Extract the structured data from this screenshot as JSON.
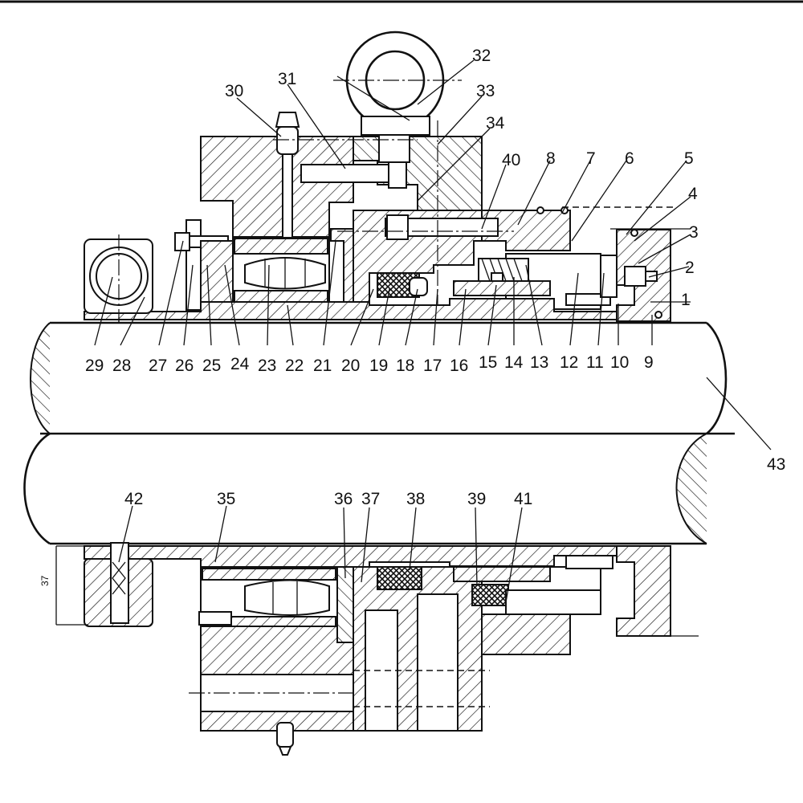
{
  "labels": [
    {
      "text": "1"
    },
    {
      "text": "2"
    },
    {
      "text": "3"
    },
    {
      "text": "4"
    },
    {
      "text": "5"
    },
    {
      "text": "6"
    },
    {
      "text": "7"
    },
    {
      "text": "8"
    },
    {
      "text": "9"
    },
    {
      "text": "10"
    },
    {
      "text": "11"
    },
    {
      "text": "12"
    },
    {
      "text": "13"
    },
    {
      "text": "14"
    },
    {
      "text": "15"
    },
    {
      "text": "16"
    },
    {
      "text": "17"
    },
    {
      "text": "18"
    },
    {
      "text": "19"
    },
    {
      "text": "20"
    },
    {
      "text": "21"
    },
    {
      "text": "22"
    },
    {
      "text": "23"
    },
    {
      "text": "24"
    },
    {
      "text": "25"
    },
    {
      "text": "26"
    },
    {
      "text": "27"
    },
    {
      "text": "28"
    },
    {
      "text": "29"
    },
    {
      "text": "30"
    },
    {
      "text": "31"
    },
    {
      "text": "32"
    },
    {
      "text": "33"
    },
    {
      "text": "34"
    },
    {
      "text": "35"
    },
    {
      "text": "36"
    },
    {
      "text": "37"
    },
    {
      "text": "38"
    },
    {
      "text": "39"
    },
    {
      "text": "40"
    },
    {
      "text": "41"
    },
    {
      "text": "42"
    },
    {
      "text": "43"
    }
  ],
  "dimension_text": "37",
  "colors": {
    "line": "#111111",
    "background": "#ffffff"
  }
}
